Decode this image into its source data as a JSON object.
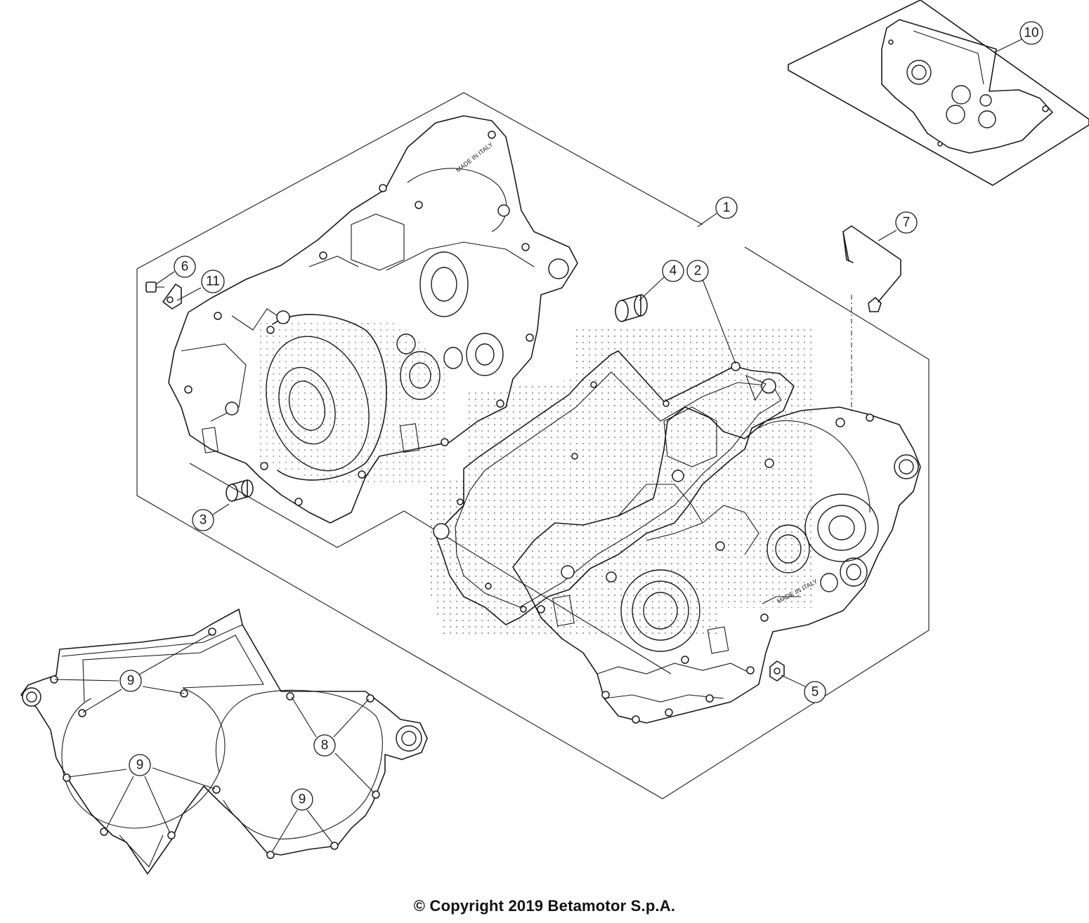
{
  "callouts": [
    {
      "id": "callout-1",
      "label": "1"
    },
    {
      "id": "callout-2",
      "label": "2"
    },
    {
      "id": "callout-3",
      "label": "3"
    },
    {
      "id": "callout-4",
      "label": "4"
    },
    {
      "id": "callout-5",
      "label": "5"
    },
    {
      "id": "callout-6",
      "label": "6"
    },
    {
      "id": "callout-7",
      "label": "7"
    },
    {
      "id": "callout-8",
      "label": "8"
    },
    {
      "id": "callout-9a",
      "label": "9"
    },
    {
      "id": "callout-9b",
      "label": "9"
    },
    {
      "id": "callout-9c",
      "label": "9"
    },
    {
      "id": "callout-10",
      "label": "10"
    },
    {
      "id": "callout-11",
      "label": "11"
    }
  ],
  "stamps": {
    "made_in_italy_left": "MADE IN ITALY",
    "made_in_italy_right": "MADE IN ITALY"
  },
  "footer": {
    "copyright": "© Copyright 2019 Betamotor S.p.A."
  }
}
